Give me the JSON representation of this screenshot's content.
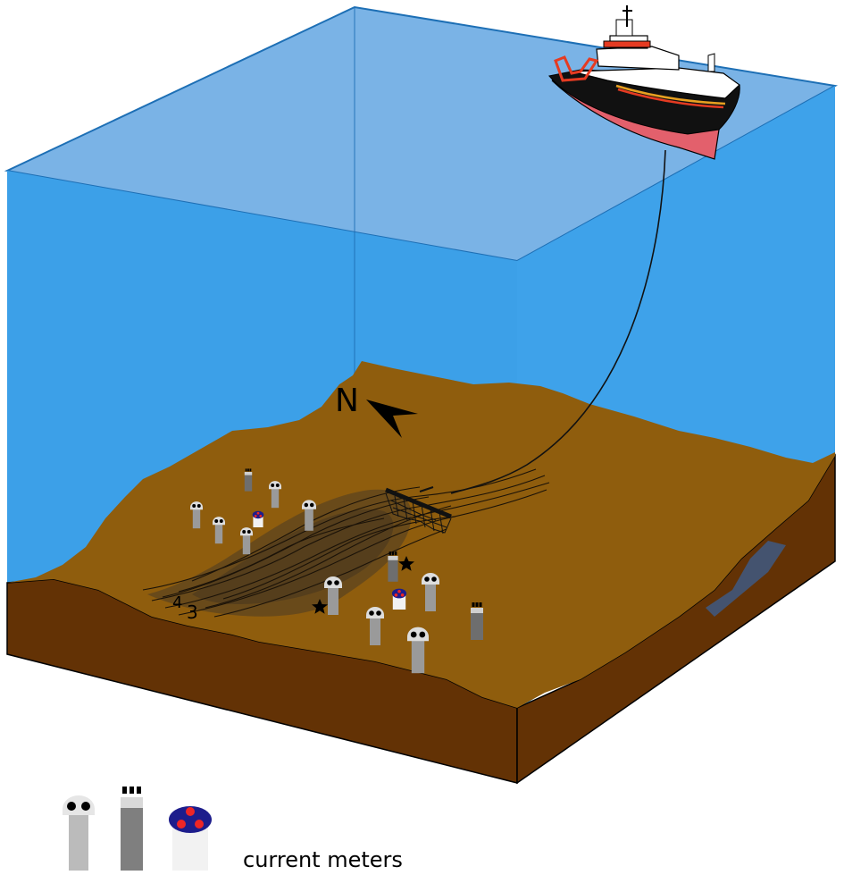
{
  "diagram": {
    "compass": {
      "label": "N"
    },
    "track_labels": [
      "4",
      "3"
    ],
    "legend": {
      "label": "current meters",
      "symbols": [
        "current-meter-type-a-icon",
        "current-meter-type-b-icon",
        "current-meter-type-c-icon"
      ]
    },
    "colors": {
      "water_top": "#7ab3e6",
      "water_front": "#3aa0e8",
      "water_side": "#3da1e9",
      "seabed": "#8f5d0d",
      "sediment_side": "#633205",
      "plume": "#4b3a22",
      "ship_hull": "#000000",
      "ship_bottom": "#e3606c",
      "ship_accent": "#e53b22"
    }
  }
}
